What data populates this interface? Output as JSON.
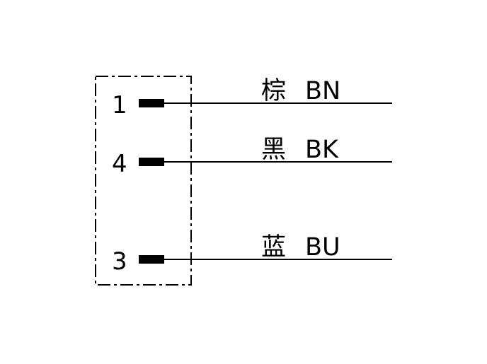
{
  "connector": {
    "pins": [
      {
        "number": "1",
        "color_cn": "棕",
        "color_code": "BN"
      },
      {
        "number": "4",
        "color_cn": "黑",
        "color_code": "BK"
      },
      {
        "number": "3",
        "color_cn": "蓝",
        "color_code": "BU"
      }
    ]
  },
  "colors": {
    "line": "#000000",
    "background": "#ffffff"
  }
}
